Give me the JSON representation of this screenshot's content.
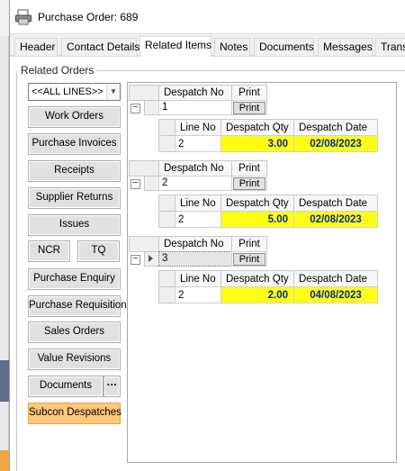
{
  "window": {
    "title": "Purchase Order: 689"
  },
  "tabs": [
    {
      "label": "Header"
    },
    {
      "label": "Contact Details"
    },
    {
      "label": "Related Items",
      "active": true
    },
    {
      "label": "Notes"
    },
    {
      "label": "Documents"
    },
    {
      "label": "Messages"
    },
    {
      "label": "Transa"
    }
  ],
  "related": {
    "group_label": "Related Orders",
    "lines_filter": "<<ALL LINES>>",
    "buttons": {
      "work_orders": "Work Orders",
      "purchase_invoices": "Purchase Invoices",
      "receipts": "Receipts",
      "supplier_returns": "Supplier Returns",
      "issues": "Issues",
      "ncr": "NCR",
      "tq": "TQ",
      "purchase_enquiry": "Purchase Enquiry",
      "purchase_requisition": "Purchase Requisition",
      "sales_orders": "Sales Orders",
      "value_revisions": "Value Revisions",
      "documents": "Documents",
      "more": "···",
      "subcon_despatches": "Subcon Despatches"
    },
    "active_button": "subcon_despatches"
  },
  "grid": {
    "master_columns": {
      "despatch_no": "Despatch No",
      "print": "Print"
    },
    "detail_columns": {
      "line_no": "Line No",
      "despatch_qty": "Despatch Qty",
      "despatch_date": "Despatch Date"
    },
    "despatches": [
      {
        "despatch_no": "1",
        "print_label": "Print",
        "line": {
          "line_no": "2",
          "qty": "3.00",
          "date": "02/08/2023"
        }
      },
      {
        "despatch_no": "2",
        "print_label": "Print",
        "line": {
          "line_no": "2",
          "qty": "5.00",
          "date": "02/08/2023"
        }
      },
      {
        "despatch_no": "3",
        "print_label": "Print",
        "line": {
          "line_no": "2",
          "qty": "2.00",
          "date": "04/08/2023"
        },
        "current": true
      }
    ],
    "expand_glyph": "−"
  },
  "colors": {
    "highlight_yellow": "#ffff14",
    "value_blue": "#002a9c",
    "active_button": "#ffc87a"
  },
  "icons": {
    "window_icon": "printer-icon"
  }
}
